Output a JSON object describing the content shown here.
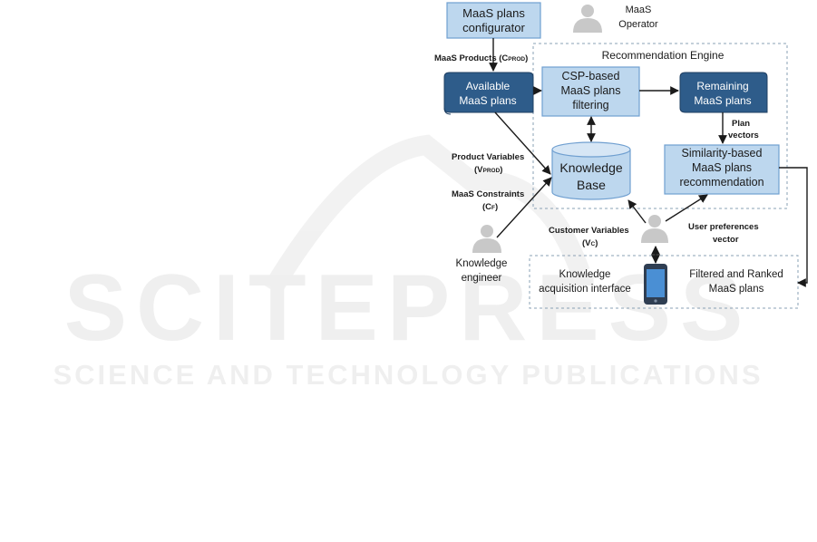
{
  "watermark": {
    "main": "SCITEPRESS",
    "sub": "SCIENCE AND TECHNOLOGY PUBLICATIONS"
  },
  "nodes": {
    "configurator": [
      "MaaS plans",
      "configurator"
    ],
    "operator": [
      "MaaS",
      "Operator"
    ],
    "engine_title": "Recommendation  Engine",
    "available": [
      "Available",
      "MaaS plans"
    ],
    "csp": [
      "CSP-based",
      "MaaS plans",
      "filtering"
    ],
    "remaining": [
      "Remaining",
      "MaaS plans"
    ],
    "knowledge_base": [
      "Knowledge",
      "Base"
    ],
    "similarity": [
      "Similarity-based",
      "MaaS plans",
      "recommendation"
    ],
    "engineer": [
      "Knowledge",
      "engineer"
    ],
    "acq_interface": [
      "Knowledge",
      "acquisition interface"
    ],
    "filtered": [
      "Filtered and Ranked",
      "MaaS plans"
    ]
  },
  "edge_labels": {
    "maas_products": {
      "main": "MaaS Products (C",
      "sub": "PROD",
      "tail": ")"
    },
    "product_variables": {
      "line1": "Product  Variables",
      "main": "(V",
      "sub": "PROD",
      "tail": ")"
    },
    "maas_constraints": {
      "line1": "MaaS Constraints",
      "main": "(C",
      "sub": "F",
      "tail": ")"
    },
    "customer_variables": {
      "line1": "Customer Variables",
      "main": "(V",
      "sub": "C",
      "tail": ")"
    },
    "plan_vectors": [
      "Plan",
      "vectors"
    ],
    "user_pref": [
      "User preferences",
      "vector"
    ]
  }
}
